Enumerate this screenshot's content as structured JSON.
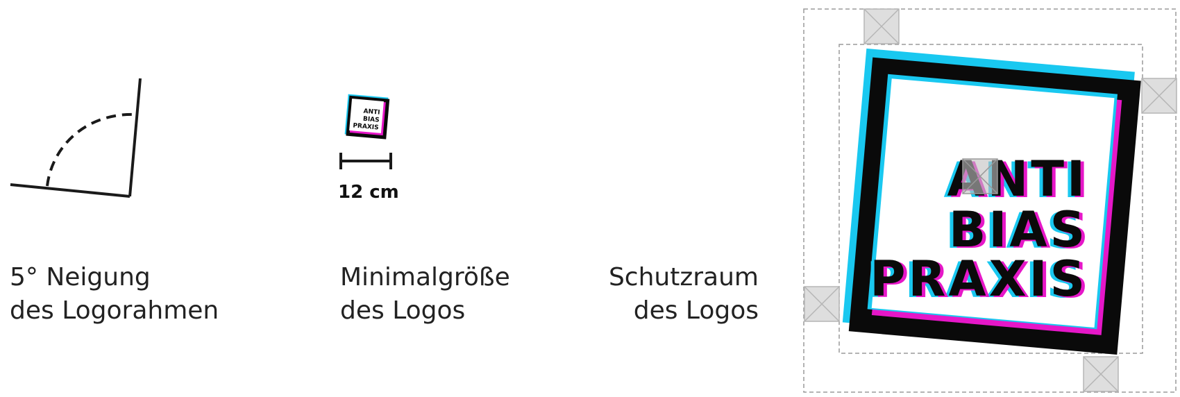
{
  "colors": {
    "cyan": "#19c8f0",
    "magenta": "#e617c8",
    "black": "#0a0a0a",
    "stroke": "#1a1a1a",
    "guide": "#9a9a9a",
    "marker_fill": "#dedede"
  },
  "angle": {
    "degrees": 5,
    "caption_line1": "5° Neigung",
    "caption_line2": "des Logorahmen"
  },
  "min_size": {
    "value_label": "12 cm",
    "caption_line1": "Minimalgröße",
    "caption_line2": "des Logos"
  },
  "safe_zone": {
    "caption_line1": "Schutzraum",
    "caption_line2": "des Logos"
  },
  "logo": {
    "line1": "ANTI",
    "line2": "BIAS",
    "line3": "PRAXIS"
  }
}
